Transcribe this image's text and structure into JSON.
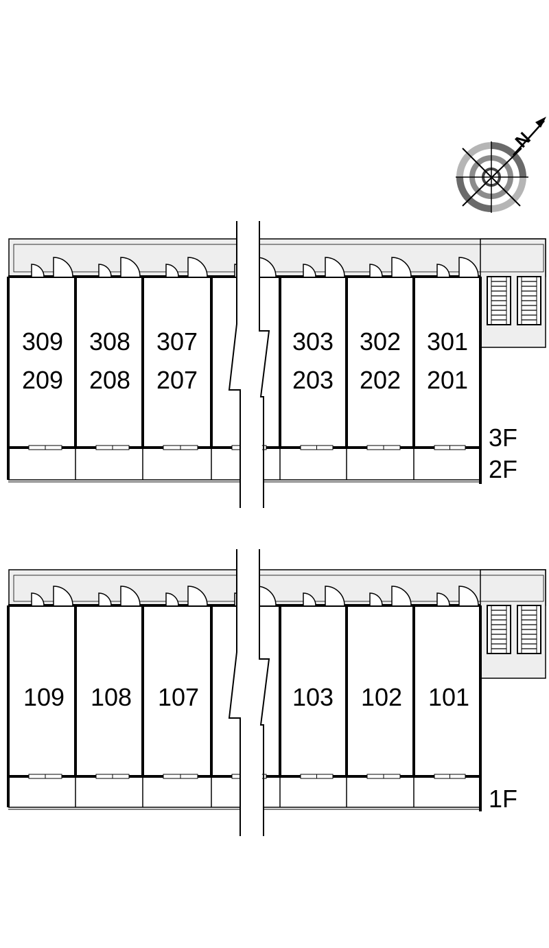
{
  "compass": {
    "north_label": "N",
    "icon": "compass-rose-icon"
  },
  "upper_block": {
    "floor_labels": [
      "3F",
      "2F"
    ],
    "units": [
      {
        "top": "309",
        "bottom": "209"
      },
      {
        "top": "308",
        "bottom": "208"
      },
      {
        "top": "307",
        "bottom": "207"
      },
      {
        "top": "",
        "bottom": ""
      },
      {
        "top": "303",
        "bottom": "203"
      },
      {
        "top": "302",
        "bottom": "202"
      },
      {
        "top": "301",
        "bottom": "201"
      }
    ]
  },
  "lower_block": {
    "floor_labels": [
      "1F"
    ],
    "units": [
      {
        "top": "109"
      },
      {
        "top": "108"
      },
      {
        "top": "107"
      },
      {
        "top": ""
      },
      {
        "top": "103"
      },
      {
        "top": "102"
      },
      {
        "top": "101"
      }
    ]
  },
  "colors": {
    "corridor": "#eeeeee",
    "line": "#000000",
    "compass_grey": "#999999"
  }
}
